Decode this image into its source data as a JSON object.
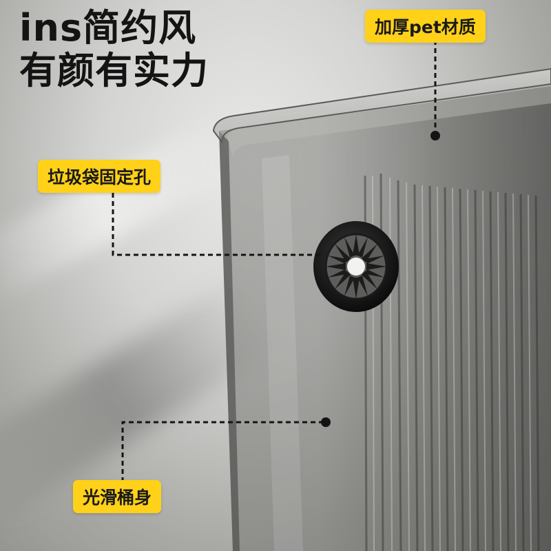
{
  "headline": {
    "line1": "ins简约风",
    "line2": "有颜有实力"
  },
  "callouts": {
    "material": "加厚pet材质",
    "bag_hole": "垃圾袋固定孔",
    "smooth_body": "光滑桶身"
  },
  "colors": {
    "callout_bg": "#ffd119",
    "text": "#141414",
    "bin_tint": "#5a5a58"
  },
  "icons": {
    "hole_ring": "starburst-grommet-icon"
  }
}
